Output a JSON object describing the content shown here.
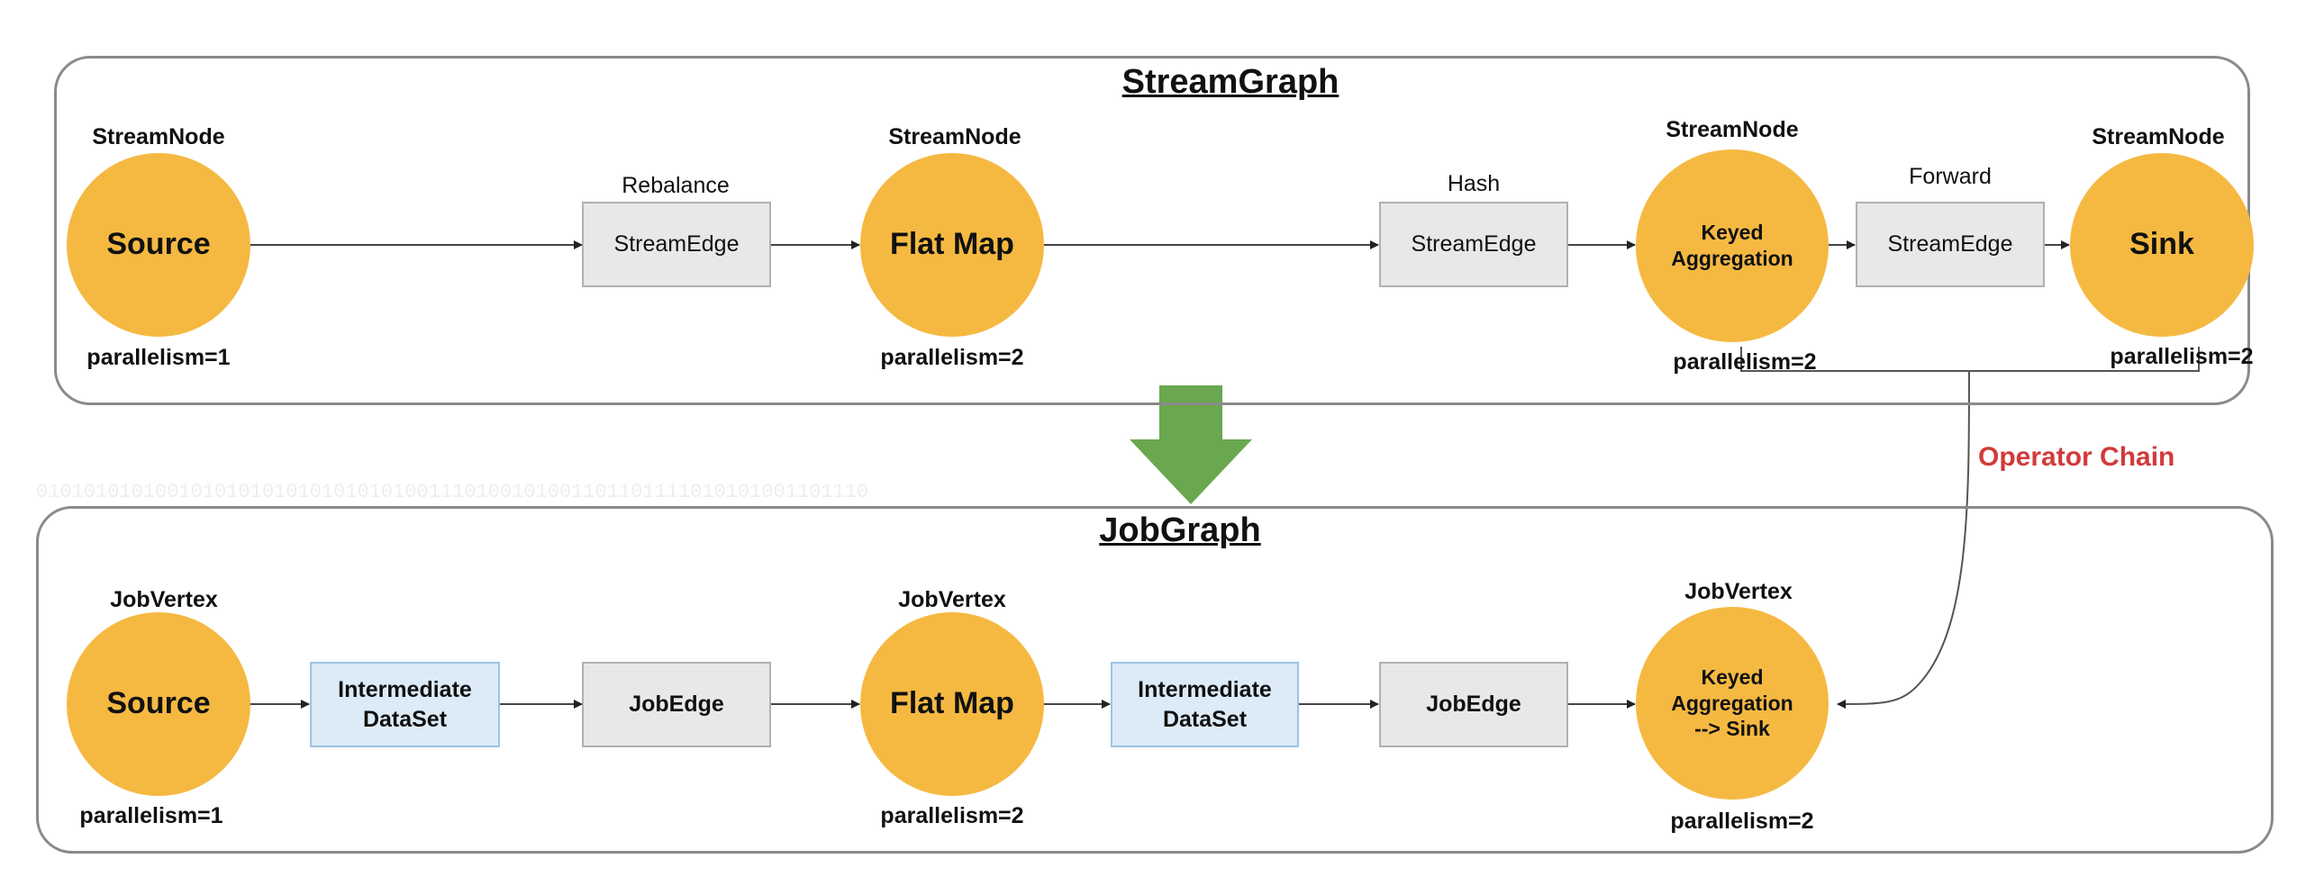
{
  "stream_graph": {
    "title": "StreamGraph",
    "nodes": [
      {
        "name": "Source",
        "type_label": "StreamNode",
        "parallelism": "parallelism=1"
      },
      {
        "name": "Flat Map",
        "type_label": "StreamNode",
        "parallelism": "parallelism=2"
      },
      {
        "name": "Keyed\nAggregation",
        "type_label": "StreamNode",
        "parallelism": "parallelism=2"
      },
      {
        "name": "Sink",
        "type_label": "StreamNode",
        "parallelism": "parallelism=2"
      }
    ],
    "edges": [
      {
        "label": "StreamEdge",
        "partitioner": "Rebalance"
      },
      {
        "label": "StreamEdge",
        "partitioner": "Hash"
      },
      {
        "label": "StreamEdge",
        "partitioner": "Forward"
      }
    ]
  },
  "job_graph": {
    "title": "JobGraph",
    "vertices": [
      {
        "name": "Source",
        "type_label": "JobVertex",
        "parallelism": "parallelism=1"
      },
      {
        "name": "Flat Map",
        "type_label": "JobVertex",
        "parallelism": "parallelism=2"
      },
      {
        "name": "Keyed\nAggregation\n--> Sink",
        "type_label": "JobVertex",
        "parallelism": "parallelism=2"
      }
    ],
    "datasets": [
      {
        "label": "Intermediate\nDataSet"
      },
      {
        "label": "Intermediate\nDataSet"
      }
    ],
    "edges": [
      {
        "label": "JobEdge"
      },
      {
        "label": "JobEdge"
      }
    ]
  },
  "operator_chain_label": "Operator Chain",
  "watermark_bits": "0101010101001010101010101010101001110100101001101101111010101001101110",
  "colors": {
    "node_fill": "#f5b942",
    "edge_fill": "#e8e8e8",
    "dataset_fill": "#dcebf7",
    "arrow_green": "#6aa84f",
    "chain_label": "#d23a3a"
  }
}
